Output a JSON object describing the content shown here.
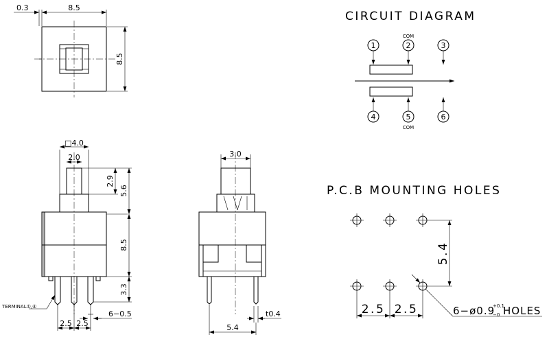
{
  "top_view": {
    "dim_offset": "0.3",
    "dim_width": "8.5",
    "dim_height": "8.5"
  },
  "front_view": {
    "dim_top_square": "□4.0",
    "dim_stem": "2.0",
    "dim_travel": "2.9",
    "dim_stem_height": "5.6",
    "dim_body": "8.5",
    "dim_leg": "3.3",
    "dim_pin_width": "6−0.5",
    "dim_pitch_a": "2.5",
    "dim_pitch_b": "2.5",
    "terminal_label": "TERMINAL①,④"
  },
  "side_view": {
    "dim_stem": "3.0",
    "dim_thickness": "t0.4",
    "dim_width": "5.4"
  },
  "circuit": {
    "title": "CIRCUIT DIAGRAM",
    "com_label": "COM",
    "pins_top": [
      "1",
      "2",
      "3"
    ],
    "pins_bottom": [
      "4",
      "5",
      "6"
    ]
  },
  "pcb": {
    "title": "P.C.B MOUNTING HOLES",
    "dim_row_spacing": "5.4",
    "dim_pitch_a": "2.5",
    "dim_pitch_b": "2.5",
    "holes_prefix": "6−ø0.9",
    "holes_tol_plus": "+0.1",
    "holes_tol_minus": "−0",
    "holes_suffix": "HOLES"
  }
}
